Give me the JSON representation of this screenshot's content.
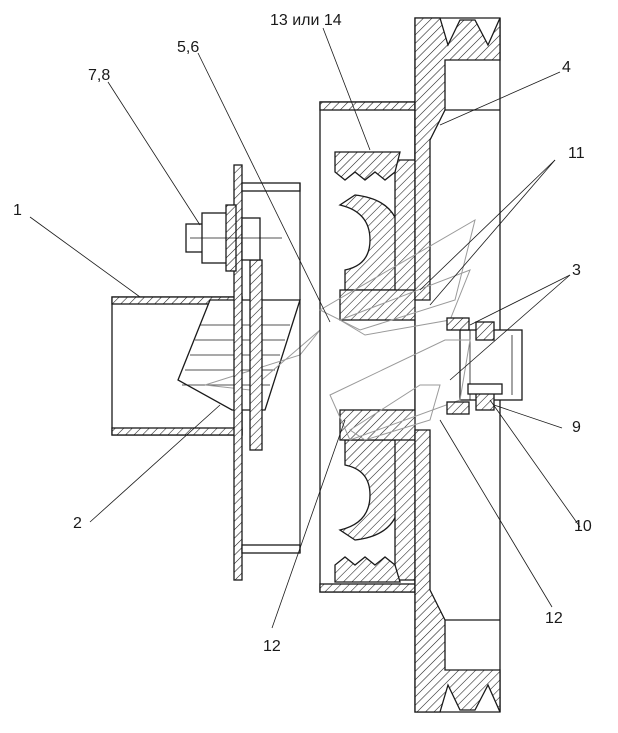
{
  "callouts": [
    {
      "id": "1",
      "text": "1"
    },
    {
      "id": "2",
      "text": "2"
    },
    {
      "id": "3",
      "text": "3"
    },
    {
      "id": "4",
      "text": "4"
    },
    {
      "id": "5_6",
      "text": "5,6"
    },
    {
      "id": "7_8",
      "text": "7,8"
    },
    {
      "id": "9",
      "text": "9"
    },
    {
      "id": "10",
      "text": "10"
    },
    {
      "id": "11",
      "text": "11"
    },
    {
      "id": "12a",
      "text": "12"
    },
    {
      "id": "12b",
      "text": "12"
    },
    {
      "id": "13_14",
      "text": "13 или 14"
    }
  ]
}
